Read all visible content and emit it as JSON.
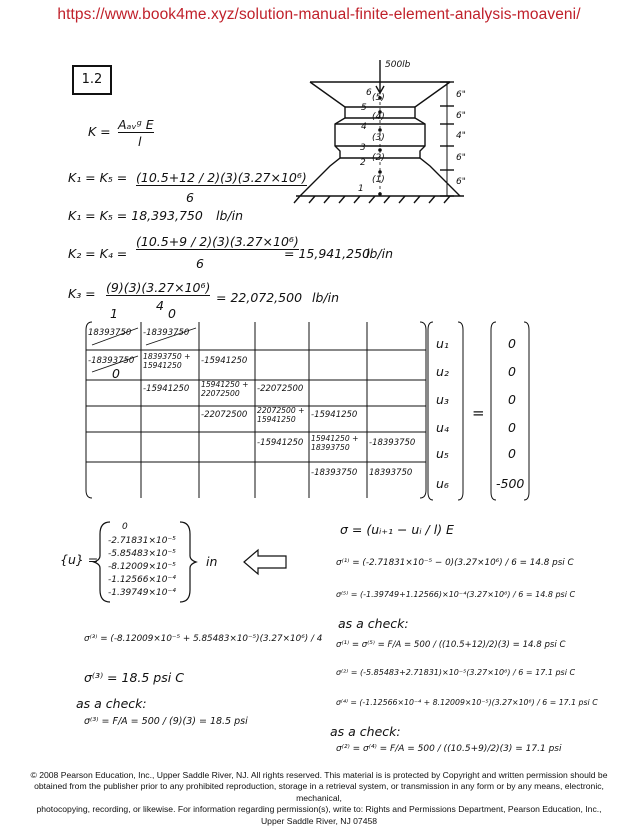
{
  "header": {
    "url": "https://www.book4me.xyz/solution-manual-finite-element-analysis-moaveni/"
  },
  "problem": {
    "number": "1.2"
  },
  "figure": {
    "load": "500lb",
    "nodes": [
      "1",
      "2",
      "3",
      "4",
      "5",
      "6"
    ],
    "elements": [
      "(1)",
      "(2)",
      "(3)",
      "(4)",
      "(5)"
    ],
    "dims": [
      "6\"",
      "6\"",
      "4\"",
      "6\"",
      "6\""
    ]
  },
  "stiffness": {
    "k_def_lhs": "K =",
    "k_def_num": "Aₐᵥᵍ E",
    "k_def_den": "l",
    "k1_lhs": "K₁ = K₅ =",
    "k1_expr": "(10.5+12 / 2)(3)(3.27×10⁶)",
    "k1_den": "6",
    "k1_value": "K₁ = K₅ = 18,393,750",
    "k1_units": "lb/in",
    "k2_lhs": "K₂ = K₄ =",
    "k2_expr": "(10.5+9 / 2)(3)(3.27×10⁶)",
    "k2_den": "6",
    "k2_value": "= 15,941,250",
    "k2_units": "lb/in",
    "k3_lhs": "K₃ =",
    "k3_expr": "(9)(3)(3.27×10⁶)",
    "k3_den": "4",
    "k3_value": "= 22,072,500",
    "k3_units": "lb/in"
  },
  "matrix": {
    "boundary_marks": [
      "1",
      "0",
      "0"
    ],
    "cells": [
      {
        "r": 0,
        "c": 0,
        "t": "18393750"
      },
      {
        "r": 0,
        "c": 1,
        "t": "-18393750"
      },
      {
        "r": 1,
        "c": 0,
        "t": "-18393750"
      },
      {
        "r": 1,
        "c": 1,
        "t": "18393750 + 15941250"
      },
      {
        "r": 1,
        "c": 2,
        "t": "-15941250"
      },
      {
        "r": 2,
        "c": 1,
        "t": "-15941250"
      },
      {
        "r": 2,
        "c": 2,
        "t": "15941250 + 22072500"
      },
      {
        "r": 2,
        "c": 3,
        "t": "-22072500"
      },
      {
        "r": 3,
        "c": 2,
        "t": "-22072500"
      },
      {
        "r": 3,
        "c": 3,
        "t": "22072500 + 15941250"
      },
      {
        "r": 3,
        "c": 4,
        "t": "-15941250"
      },
      {
        "r": 4,
        "c": 3,
        "t": "-15941250"
      },
      {
        "r": 4,
        "c": 4,
        "t": "15941250 + 18393750"
      },
      {
        "r": 4,
        "c": 5,
        "t": "-18393750"
      },
      {
        "r": 5,
        "c": 4,
        "t": "-18393750"
      },
      {
        "r": 5,
        "c": 5,
        "t": "18393750"
      }
    ],
    "u_vector": [
      "u₁",
      "u₂",
      "u₃",
      "u₄",
      "u₅",
      "u₆"
    ],
    "f_vector": [
      "0",
      "0",
      "0",
      "0",
      "0",
      "-500"
    ],
    "equals": "="
  },
  "displacements": {
    "label": "{u} =",
    "values": [
      "0",
      "-2.71831×10⁻⁵",
      "-5.85483×10⁻⁵",
      "-8.12009×10⁻⁵",
      "-1.12566×10⁻⁴",
      "-1.39749×10⁻⁴"
    ],
    "units": "in"
  },
  "stresses": {
    "sigma_def": "σ = (uᵢ₊₁ − uᵢ / l) E",
    "s1": "σ⁽¹⁾ = (-2.71831×10⁻⁵ − 0)(3.27×10⁶) / 6 = 14.8 psi C",
    "s5": "σ⁽⁵⁾ = (-1.39749+1.12566)×10⁻⁴(3.27×10⁶) / 6 = 14.8 psi C",
    "s3a": "σ⁽³⁾ = (-8.12009×10⁻⁵ + 5.85483×10⁻⁵)(3.27×10⁶) / 4",
    "s3b": "σ⁽³⁾ = 18.5 psi C",
    "check_label": "as a check:",
    "c3": "σ⁽³⁾ = F/A = 500 / (9)(3) = 18.5 psi",
    "c1": "σ⁽¹⁾ = σ⁽⁵⁾ = F/A = 500 / ((10.5+12)/2)(3) = 14.8 psi C",
    "s2": "σ⁽²⁾ = (-5.85483+2.71831)×10⁻⁵(3.27×10⁶) / 6 = 17.1 psi C",
    "s4": "σ⁽⁴⁾ = (-1.12566×10⁻⁴ + 8.12009×10⁻⁵)(3.27×10⁶) / 6 = 17.1 psi C",
    "c2": "σ⁽²⁾ = σ⁽⁴⁾ = F/A = 500 / ((10.5+9)/2)(3) = 17.1 psi"
  },
  "footer": {
    "line1": "© 2008 Pearson Education, Inc., Upper Saddle River, NJ.  All rights reserved.  This material is is protected by Copyright and written permission should be",
    "line2": "obtained from the publisher prior to any prohibited reproduction, storage in a retrieval system, or transmission in any form or by any means, electronic, mechanical,",
    "line3": "photocopying, recording, or likewise. For information regarding permission(s), write to: Rights and Permissions Department, Pearson Education, Inc.,",
    "line4": "Upper Saddle River, NJ 07458"
  }
}
